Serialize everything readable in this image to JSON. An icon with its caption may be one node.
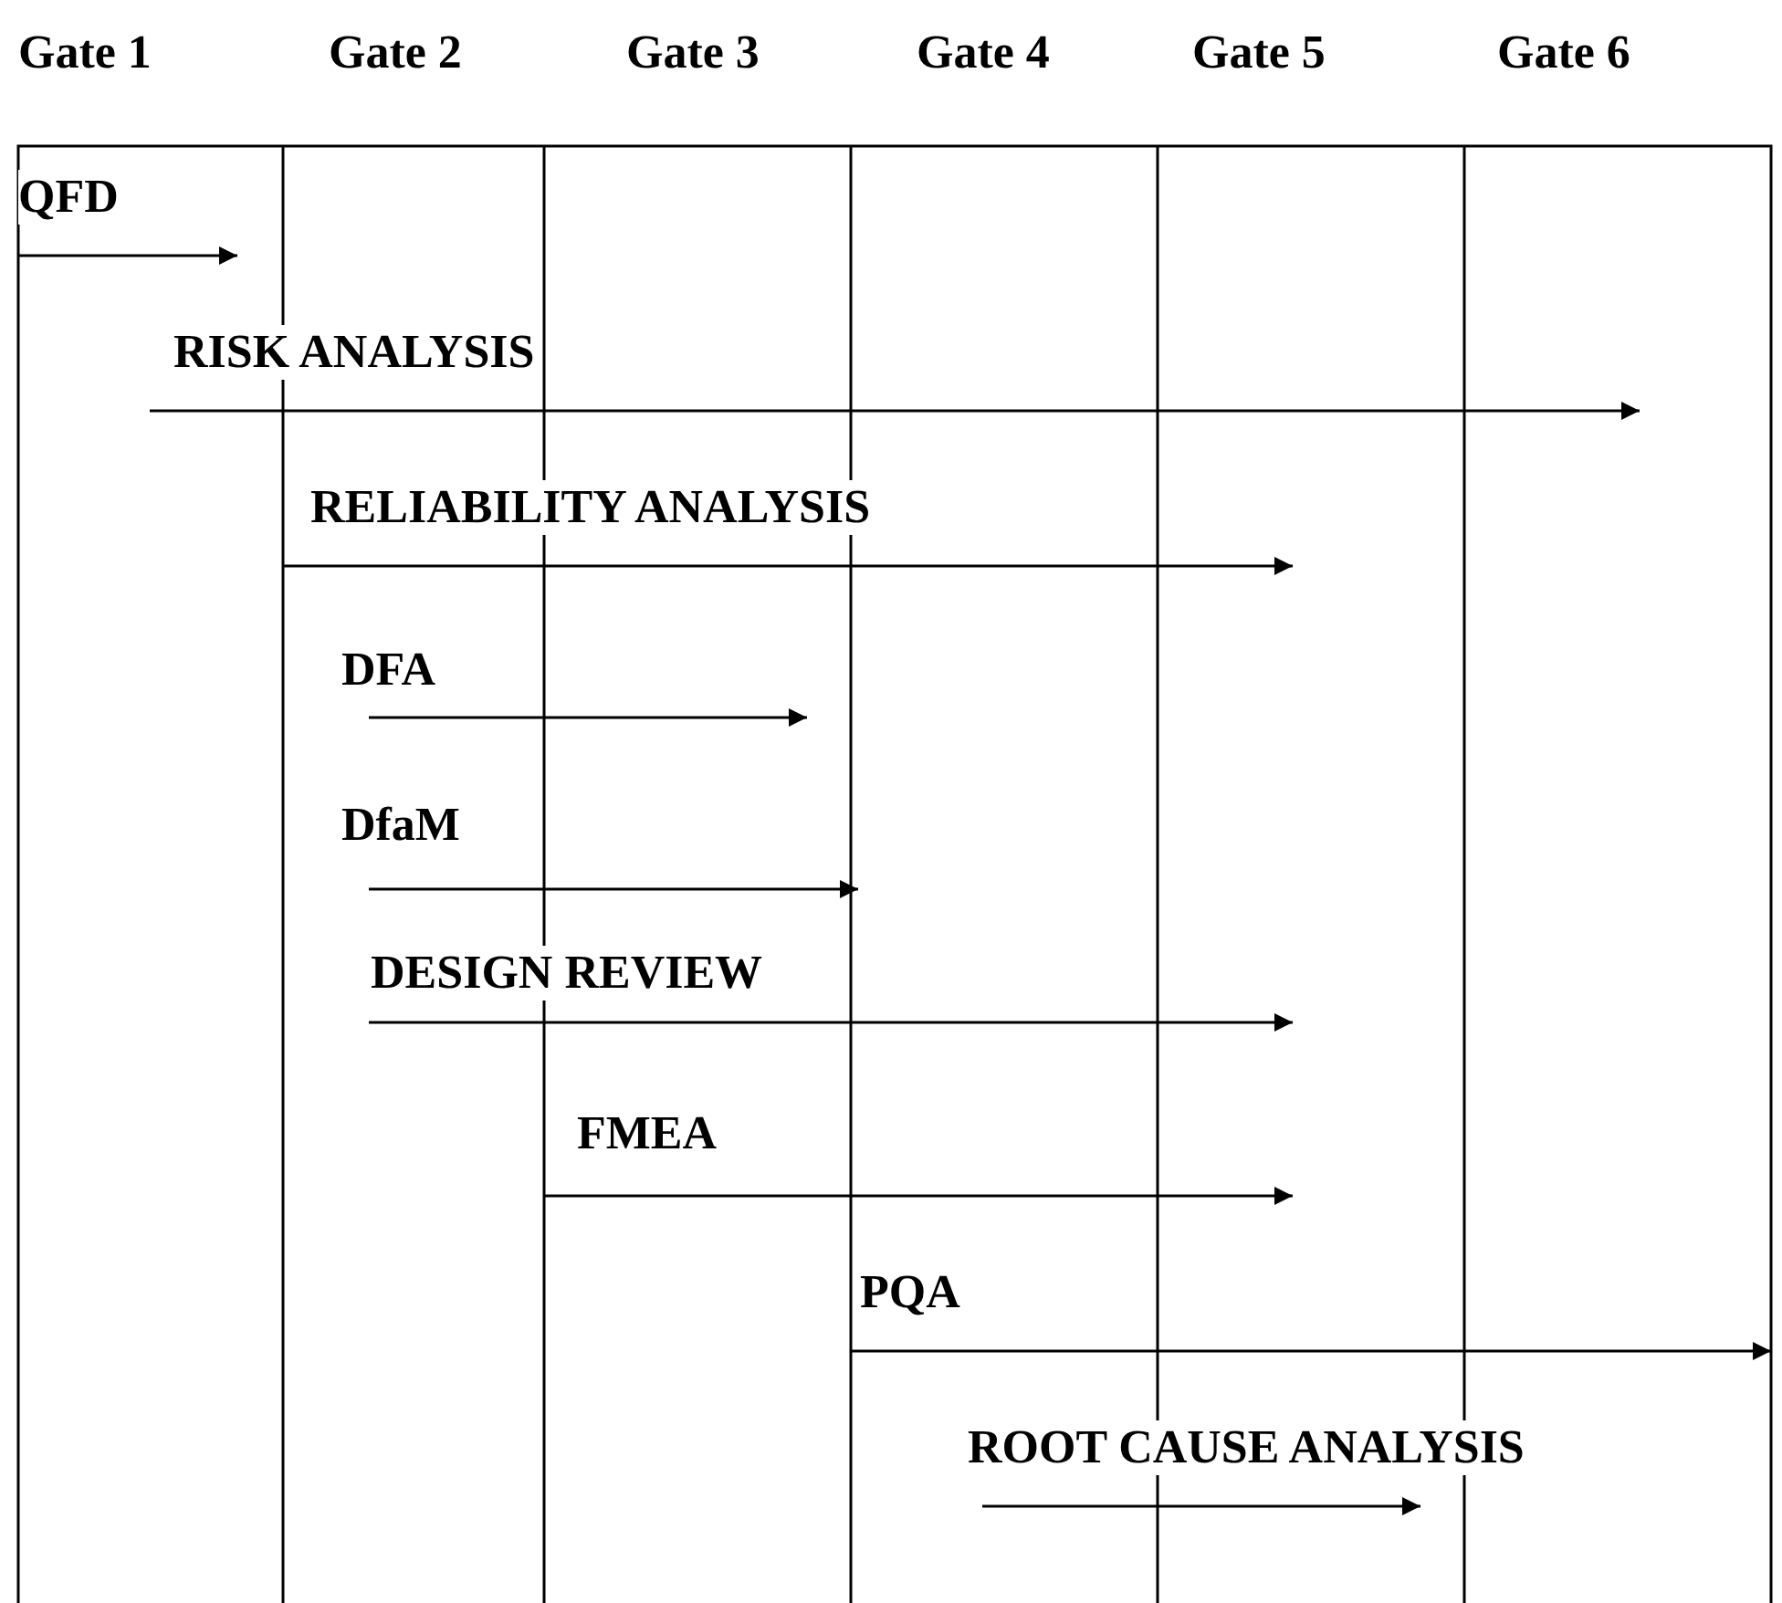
{
  "diagram": {
    "labels": [
      "Gate 1",
      "Gate 2",
      "Gate 3",
      "Gate 4",
      "Gate 5",
      "Gate 6",
      "QFD",
      "RISK ANALYSIS",
      "RELIABILITY ANALYSIS",
      "DFA",
      "DfaM",
      "DESIGN REVIEW",
      "FMEA",
      "PQA",
      "ROOT CAUSE ANALYSIS"
    ]
  }
}
